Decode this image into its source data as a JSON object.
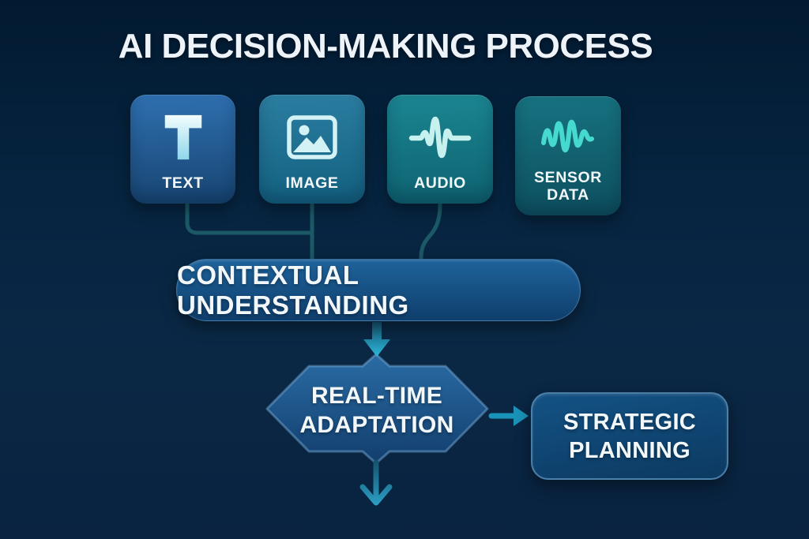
{
  "title": "AI DECISION-MAKING PROCESS",
  "inputs": [
    {
      "label": "TEXT",
      "icon": "text-icon"
    },
    {
      "label": "IMAGE",
      "icon": "image-icon"
    },
    {
      "label": "AUDIO",
      "icon": "audio-waveform-icon"
    },
    {
      "label": "SENSOR DATA",
      "icon": "sensor-waveform-icon"
    }
  ],
  "process": {
    "contextual_label": "CONTEXTUAL UNDERSTANDING",
    "adaptation_label": "REAL-TIME ADAPTATION",
    "strategic_label": "STRATEGIC PLANNING"
  },
  "colors": {
    "background_navy": "#0a2845",
    "card_blue": "#2f70b0",
    "card_teal_image": "#2b7ea1",
    "card_teal_audio": "#1b8691",
    "card_teal_sensor": "#177280",
    "node_blue": "#1e639b",
    "connector_teal": "#1e5f6b",
    "arrow_cyan": "#2cb7d8",
    "arrow_teal": "#1a93b9",
    "icon_light_cyan": "#d2f2f6",
    "icon_aqua": "#45d9cf",
    "text_white": "#f2f7fa"
  }
}
